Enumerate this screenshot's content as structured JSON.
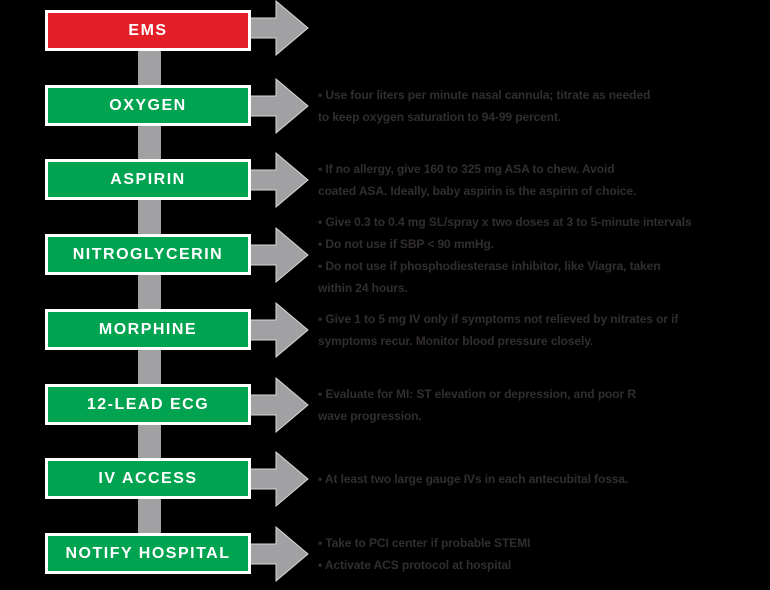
{
  "colors": {
    "background": "#000000",
    "box_green": "#00A350",
    "box_red": "#E31E26",
    "box_border": "#FFFFFF",
    "label_text": "#FFFFFF",
    "connector_gray": "#A1A1A3",
    "note_text": "#322E2F"
  },
  "steps": [
    {
      "label": "EMS",
      "variant": "red",
      "notes": []
    },
    {
      "label": "OXYGEN",
      "variant": "green",
      "notes": [
        "• Use four liters per minute nasal cannula; titrate as needed",
        "to keep oxygen saturation to 94-99 percent."
      ]
    },
    {
      "label": "ASPIRIN",
      "variant": "green",
      "notes": [
        "• If no allergy, give 160 to 325 mg ASA to chew. Avoid",
        "coated ASA. Ideally, baby aspirin is the aspirin of choice."
      ]
    },
    {
      "label": "NITROGLYCERIN",
      "variant": "green",
      "notes": [
        "• Give 0.3 to 0.4 mg SL/spray x two doses at 3 to 5-minute intervals",
        "• Do not use if SBP < 90 mmHg.",
        "• Do not use if phosphodiesterase inhibitor, like Viagra, taken",
        "within 24 hours."
      ]
    },
    {
      "label": "MORPHINE",
      "variant": "green",
      "notes": [
        "• Give 1 to 5 mg IV only if symptoms not relieved by nitrates or if",
        "symptoms recur. Monitor blood pressure closely."
      ]
    },
    {
      "label": "12-LEAD ECG",
      "variant": "green",
      "notes": [
        "• Evaluate for MI: ST elevation or depression, and poor R",
        "wave progression."
      ]
    },
    {
      "label": "IV ACCESS",
      "variant": "green",
      "notes": [
        "• At least two large gauge IVs in each antecubital fossa."
      ]
    },
    {
      "label": "NOTIFY HOSPITAL",
      "variant": "green",
      "notes": [
        "• Take to PCI center if probable STEMI",
        "• Activate ACS protocol at hospital"
      ]
    }
  ]
}
